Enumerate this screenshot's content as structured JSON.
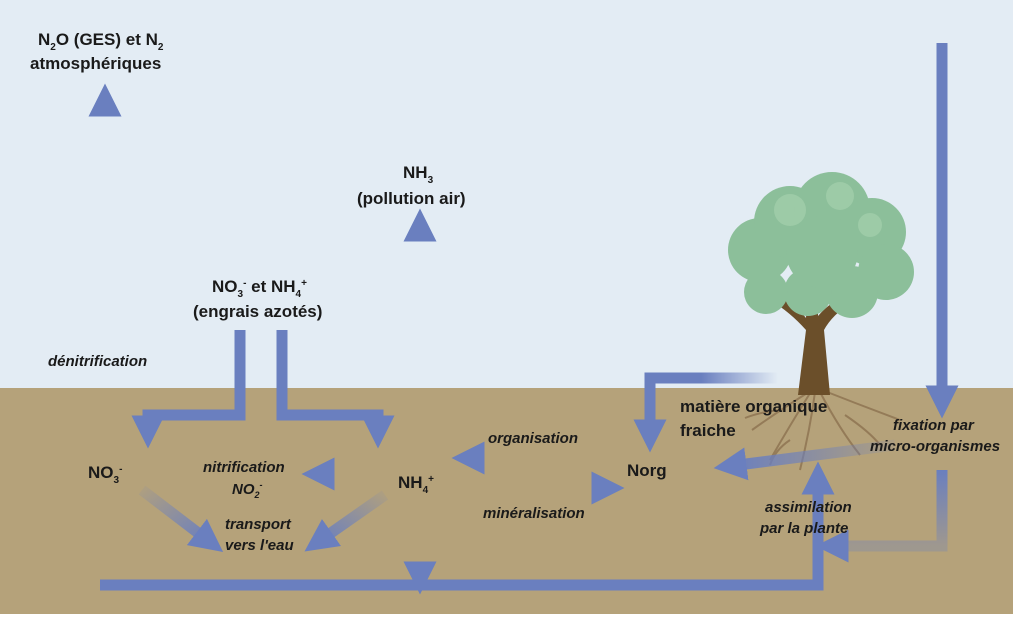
{
  "colors": {
    "sky": "#e3ecf4",
    "soil": "#b5a27a",
    "arrow": "#6a7fbf",
    "tree_canopy": "#8cbf9a",
    "tree_trunk": "#6b4f2a",
    "roots": "#8a6f4d",
    "text": "#1a1a1a"
  },
  "nodes": {
    "n2o": {
      "line1_pre": "N",
      "line1_sub1": "2",
      "line1_mid": "O (GES) et N",
      "line1_sub2": "2",
      "line2": "atmosphériques"
    },
    "nh3": {
      "main": "NH",
      "sub": "3",
      "line2": "(pollution air)"
    },
    "engrais": {
      "no3": "NO",
      "no3_sub": "3",
      "no3_sup": "-",
      "et": " et NH",
      "nh4_sub": "4",
      "nh4_sup": "+",
      "line2": "(engrais azotés)"
    },
    "no3_node": {
      "main": "NO",
      "sub": "3",
      "sup": "-"
    },
    "nh4_node": {
      "main": "NH",
      "sub": "4",
      "sup": "+"
    },
    "norg": "Norg",
    "matiere": {
      "line1": "matière organique",
      "line2": "fraiche"
    }
  },
  "processes": {
    "denitrification": "dénitrification",
    "nitrification": {
      "line1": "nitrification",
      "no2": "NO",
      "no2_sub": "2",
      "no2_sup": "-"
    },
    "transport": {
      "line1": "transport",
      "line2": "vers l'eau"
    },
    "organisation": "organisation",
    "mineralisation": "minéralisation",
    "fixation": {
      "line1": "fixation par",
      "line2": "micro-organismes"
    },
    "assimilation": {
      "line1": "assimilation",
      "line2": "par la plante"
    }
  },
  "icons": {
    "tree": "tree-icon",
    "roots": "roots-icon"
  }
}
